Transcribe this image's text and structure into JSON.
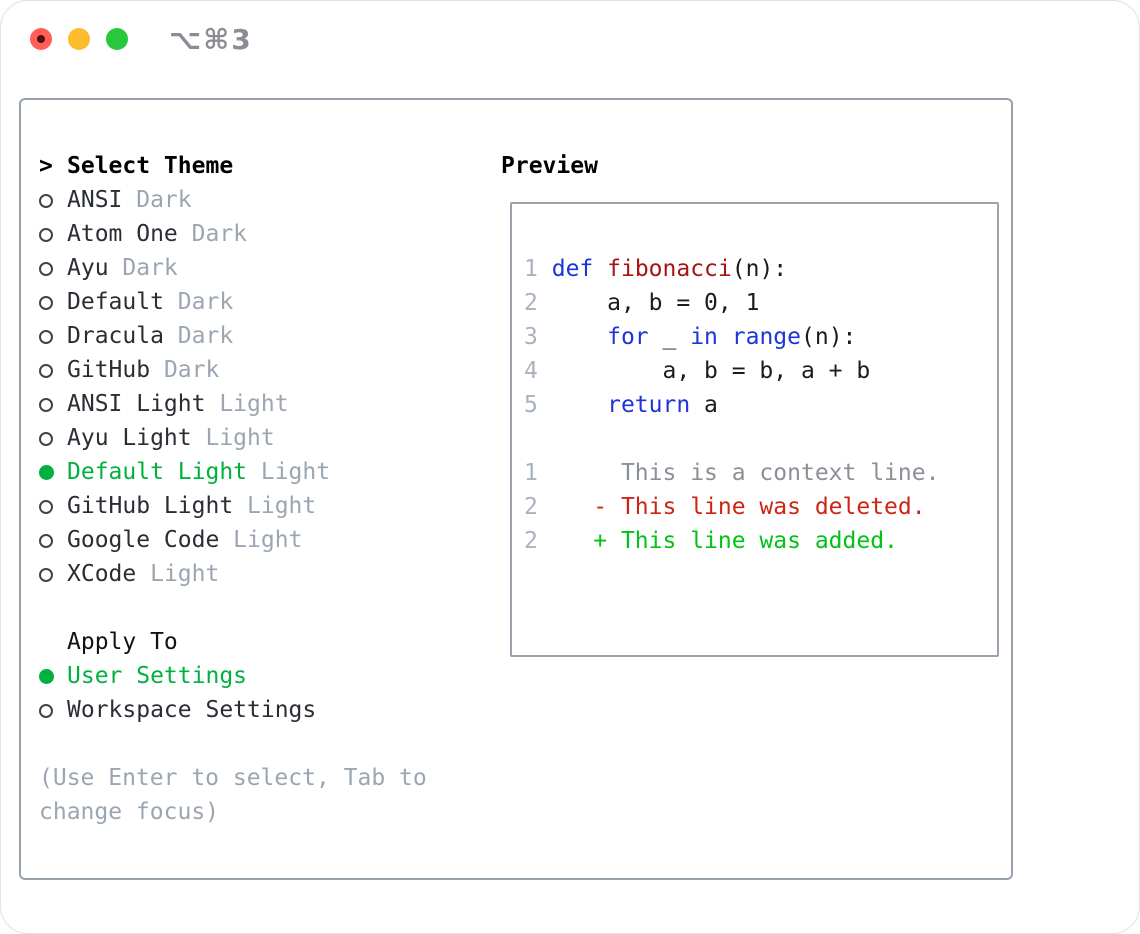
{
  "window": {
    "shortcut": "⌥⌘3"
  },
  "colors": {
    "selected_green": "#00b140",
    "keyword_blue": "#1c34da",
    "function_red": "#a41515",
    "deleted_red": "#ce2414",
    "added_green": "#02c216",
    "muted_gray": "#9ba6b2",
    "box_border": "#98a2ad",
    "traffic_red": "#ff5f57",
    "traffic_yellow": "#fdbc2e",
    "traffic_green": "#28c73c"
  },
  "picker": {
    "prompt": ">",
    "title": "Select Theme",
    "items": [
      {
        "name": "ANSI",
        "variant": "Dark",
        "selected": false
      },
      {
        "name": "Atom One",
        "variant": "Dark",
        "selected": false
      },
      {
        "name": "Ayu",
        "variant": "Dark",
        "selected": false
      },
      {
        "name": "Default",
        "variant": "Dark",
        "selected": false
      },
      {
        "name": "Dracula",
        "variant": "Dark",
        "selected": false
      },
      {
        "name": "GitHub",
        "variant": "Dark",
        "selected": false
      },
      {
        "name": "ANSI Light",
        "variant": "Light",
        "selected": false
      },
      {
        "name": "Ayu Light",
        "variant": "Light",
        "selected": false
      },
      {
        "name": "Default Light",
        "variant": "Light",
        "selected": true
      },
      {
        "name": "GitHub Light",
        "variant": "Light",
        "selected": false
      },
      {
        "name": "Google Code",
        "variant": "Light",
        "selected": false
      },
      {
        "name": "XCode",
        "variant": "Light",
        "selected": false
      }
    ],
    "apply_title": "Apply To",
    "apply_options": [
      {
        "label": "User Settings",
        "selected": true
      },
      {
        "label": "Workspace Settings",
        "selected": false
      }
    ],
    "hint_line1": "(Use Enter to select, Tab to",
    "hint_line2": "change focus)"
  },
  "preview": {
    "title": "Preview",
    "lines": [
      {
        "num": "1",
        "tokens": [
          {
            "t": "def",
            "c": "kw"
          },
          {
            "t": " ",
            "c": "pl"
          },
          {
            "t": "fibonacci",
            "c": "fn"
          },
          {
            "t": "(n):",
            "c": "pl"
          }
        ]
      },
      {
        "num": "2",
        "tokens": [
          {
            "t": "    a, b = 0, 1",
            "c": "pl"
          }
        ]
      },
      {
        "num": "3",
        "tokens": [
          {
            "t": "    ",
            "c": "pl"
          },
          {
            "t": "for",
            "c": "kw"
          },
          {
            "t": " _ ",
            "c": "pl"
          },
          {
            "t": "in",
            "c": "kw"
          },
          {
            "t": " ",
            "c": "pl"
          },
          {
            "t": "range",
            "c": "kw"
          },
          {
            "t": "(n):",
            "c": "pl"
          }
        ]
      },
      {
        "num": "4",
        "tokens": [
          {
            "t": "        a, b = b, a + b",
            "c": "pl"
          }
        ]
      },
      {
        "num": "5",
        "tokens": [
          {
            "t": "    ",
            "c": "pl"
          },
          {
            "t": "return",
            "c": "kw"
          },
          {
            "t": " a",
            "c": "pl"
          }
        ]
      },
      {
        "num": "",
        "tokens": []
      },
      {
        "num": "1",
        "tokens": [
          {
            "t": "     This is a context line.",
            "c": "ctx"
          }
        ]
      },
      {
        "num": "2",
        "tokens": [
          {
            "t": "   - This line was deleted.",
            "c": "del"
          }
        ]
      },
      {
        "num": "2",
        "tokens": [
          {
            "t": "   + This line was added.",
            "c": "add"
          }
        ]
      }
    ]
  }
}
